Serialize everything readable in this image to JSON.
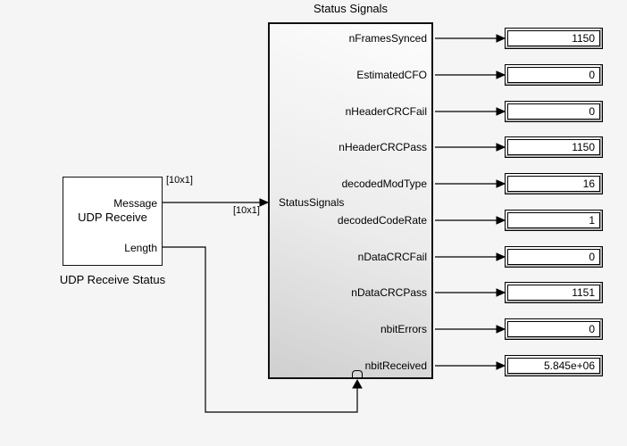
{
  "diagram": {
    "title": "Status Signals",
    "udp_block": {
      "port_message": "Message",
      "name": "UDP Receive",
      "port_length": "Length",
      "caption": "UDP Receive Status"
    },
    "status_block": {
      "input_label": "StatusSignals",
      "output_ports": [
        "nFramesSynced",
        "EstimatedCFO",
        "nHeaderCRCFail",
        "nHeaderCRCPass",
        "decodedModType",
        "decodedCodeRate",
        "nDataCRCFail",
        "nDataCRCPass",
        "nbitErrors",
        "nbitReceived"
      ]
    },
    "signal_dims": {
      "at_source": "[10x1]",
      "at_dest": "[10x1]"
    },
    "displays": [
      "1150",
      "0",
      "0",
      "1150",
      "16",
      "1",
      "0",
      "1151",
      "0",
      "5.845e+06"
    ]
  }
}
